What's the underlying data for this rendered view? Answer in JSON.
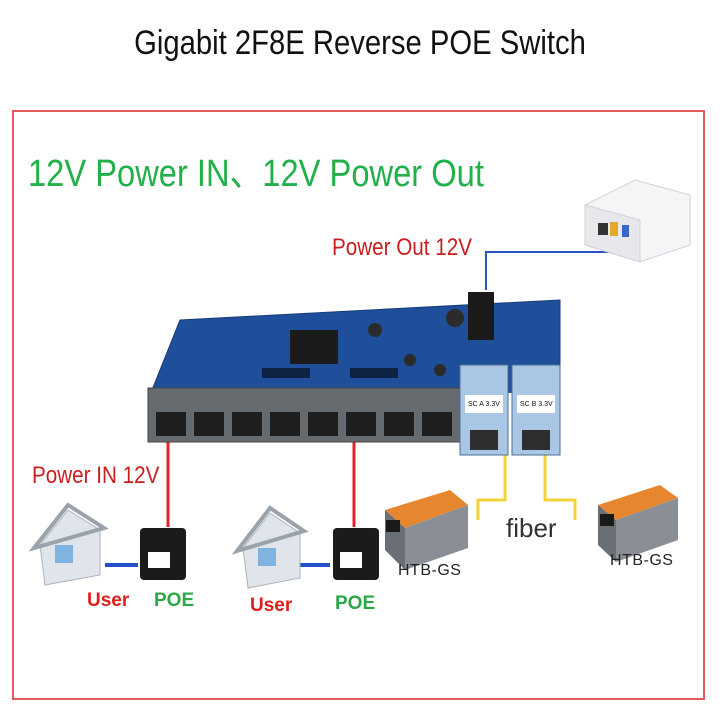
{
  "title": "Gigabit 2F8E Reverse POE Switch",
  "subtitle": "12V Power IN、12V Power Out",
  "labels": {
    "power_out": "Power Out 12V",
    "power_in": "Power IN 12V",
    "fiber": "fiber",
    "htb_left": "HTB-GS",
    "htb_right": "HTB-GS",
    "user_1": "User",
    "poe_1": "POE",
    "user_2": "User",
    "poe_2": "POE"
  },
  "sfp_labels": [
    "SC A 3.3V",
    "SC B 3.3V"
  ],
  "colors": {
    "frame": "#e35a5a",
    "subtitle": "#22b04a",
    "power_label": "#c8201e",
    "pcb": "#1f4f9a",
    "fiber_line": "#f2d23a",
    "power_line_red": "#e3242b",
    "link_line_blue": "#2450c8"
  }
}
